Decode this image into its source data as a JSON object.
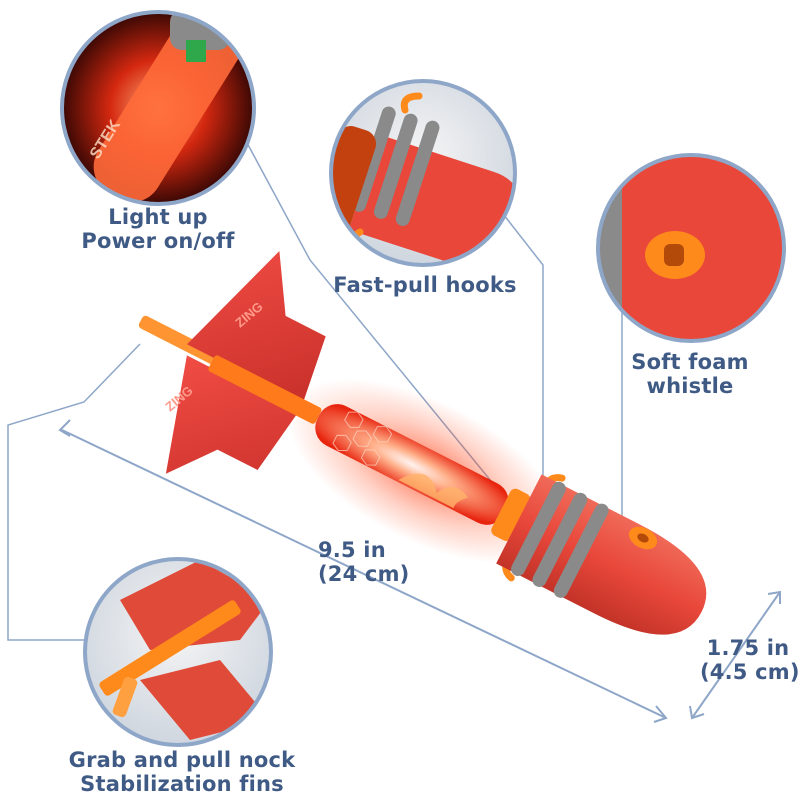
{
  "callouts": {
    "light_up": {
      "line1": "Light up",
      "line2": "Power on/off"
    },
    "hooks": {
      "label": "Fast-pull hooks"
    },
    "whistle": {
      "line1": "Soft foam",
      "line2": "whistle"
    },
    "nock": {
      "line1": "Grab and pull nock",
      "line2": "Stabilization fins"
    }
  },
  "dimensions": {
    "length_in": "9.5 in",
    "length_cm": "(24 cm)",
    "width_in": "1.75 in",
    "width_cm": "(4.5 cm)"
  },
  "branding": {
    "fin_logo": "ZING",
    "tube_logo": "STEK"
  },
  "colors": {
    "label_text": "#3f5a84",
    "circle_border": "#8ea6c8",
    "foam_red": "#e8473a",
    "foam_gray": "#8a8a8a",
    "orange_plastic": "#ff8a1c",
    "glow_red": "#ff2a10"
  }
}
